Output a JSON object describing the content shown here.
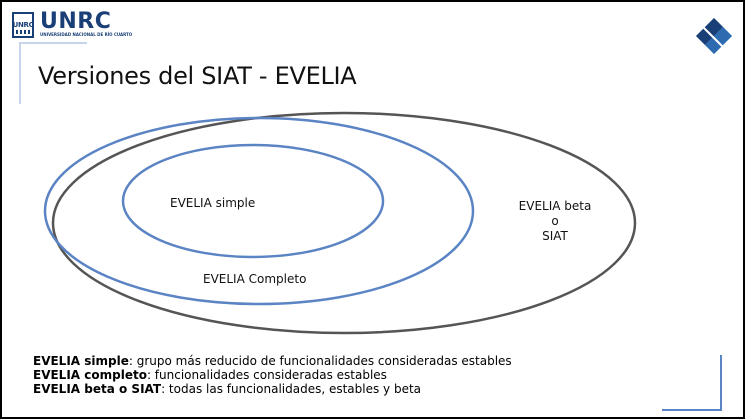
{
  "header": {
    "logo_mark_text": "UNRC",
    "logo_text": "UNRC",
    "logo_subtitle": "UNIVERSIDAD NACIONAL DE RÍO CUARTO"
  },
  "slide": {
    "title": "Versiones del SIAT - EVELIA"
  },
  "diagram": {
    "labels": {
      "simple": "EVELIA simple",
      "completo": "EVELIA Completo",
      "beta_line1": "EVELIA beta",
      "beta_line2": "o",
      "beta_line3": "SIAT"
    }
  },
  "legend": {
    "items": [
      {
        "term": "EVELIA simple",
        "desc": ": grupo más reducido de funcionalidades consideradas estables"
      },
      {
        "term": "EVELIA completo",
        "desc": ": funcionalidades consideradas estables"
      },
      {
        "term": "EVELIA beta o SIAT",
        "desc": ": todas las funcionalidades, estables y beta"
      }
    ]
  },
  "colors": {
    "outer_ellipse": "#555555",
    "inner_ellipses": "#5b84c4",
    "brand_blue": "#1a3f77",
    "diamond_cyan": "#5fb4e0",
    "diamond_navy": "#1a3f77"
  },
  "icons": [
    "unrc-logo-icon",
    "diamond-logo-icon"
  ]
}
